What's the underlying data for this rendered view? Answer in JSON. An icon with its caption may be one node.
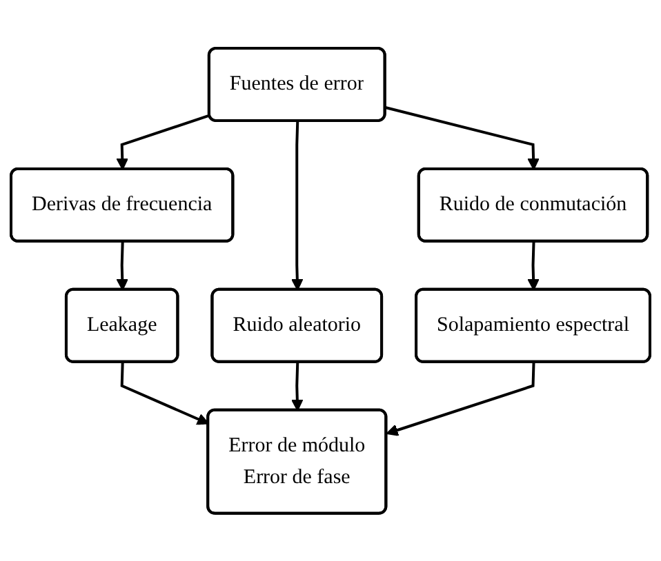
{
  "diagram": {
    "nodes": [
      {
        "text": [
          "Fuentes de error"
        ]
      },
      {
        "text": [
          "Derivas de frecuencia"
        ]
      },
      {
        "text": [
          "Ruido aleatorio"
        ]
      },
      {
        "text": [
          "Ruido de conmutación"
        ]
      },
      {
        "text": [
          "Leakage"
        ]
      },
      {
        "text": [
          "Solapamiento espectral"
        ]
      },
      {
        "text": [
          "Error de módulo",
          "Error de fase"
        ]
      }
    ],
    "edges": [
      {
        "from": 0,
        "to": 1,
        "arrow": "to"
      },
      {
        "from": 0,
        "to": 2,
        "arrow": "to"
      },
      {
        "from": 0,
        "to": 3,
        "arrow": "to"
      },
      {
        "from": 1,
        "to": 4,
        "arrow": "to"
      },
      {
        "from": 3,
        "to": 5,
        "arrow": "to"
      },
      {
        "from": 4,
        "to": 6,
        "arrow": "to"
      },
      {
        "from": 2,
        "to": 6,
        "arrow": "to"
      },
      {
        "from": 5,
        "to": 6,
        "arrow": "to"
      }
    ]
  }
}
